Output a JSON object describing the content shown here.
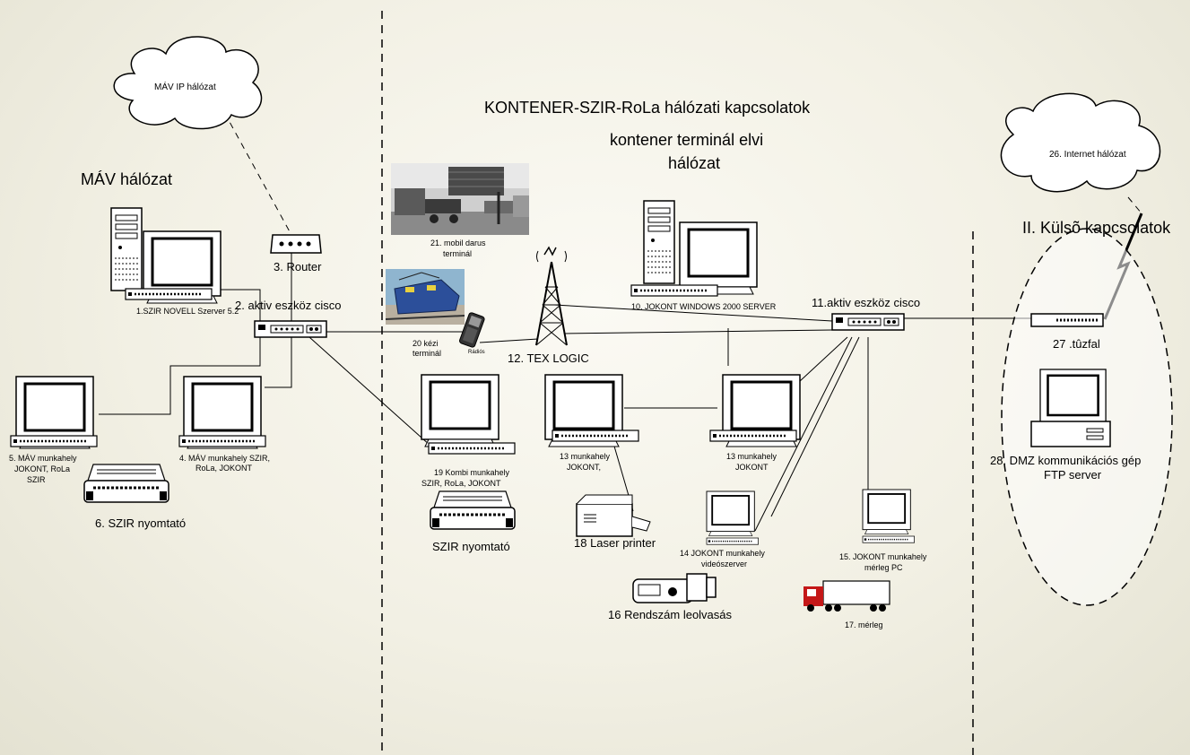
{
  "title": "KONTENER-SZIR-RoLa hálózati kapcsolatok",
  "subtitle_line1": "kontener terminál elvi",
  "subtitle_line2": "hálózat",
  "zones": {
    "mav": "MÁV hálózat",
    "external": "II. Külsõ kapcsolatok"
  },
  "clouds": {
    "mav_ip": "MÁV IP hálózat",
    "internet": "26. Internet hálózat"
  },
  "nodes": {
    "server1": "1.SZIR NOVELL Szerver 5.2",
    "switch2": "2. aktiv eszköz cisco",
    "router3": "3. Router",
    "ws4_l1": "4. MÁV munkahely SZIR,",
    "ws4_l2": "RoLa, JOKONT",
    "ws5_l1": "5. MÁV  munkahely",
    "ws5_l2": "JOKONT, RoLa",
    "ws5_l3": "SZIR",
    "printer6": "6. SZIR nyomtató",
    "server10": "10. JOKONT WINDOWS 2000 SERVER",
    "switch11": "11.aktiv eszköz cisco",
    "tower12": "12. TEX LOGIC",
    "ws13a_l1": "13 munkahely",
    "ws13a_l2": "JOKONT,",
    "ws13b_l1": "13 munkahely",
    "ws13b_l2": "JOKONT",
    "ws14_l1": "14 JOKONT munkahely",
    "ws14_l2": "videószerver",
    "ws15_l1": "15. JOKONT munkahely",
    "ws15_l2": "mérleg PC",
    "camera16": "16 Rendszám leolvasás",
    "scale17": "17. mérleg",
    "laser18": "18 Laser printer",
    "ws19_l1": "19 Kombi munkahely",
    "ws19_l2": "SZIR, RoLa, JOKONT",
    "printer_szir": "SZIR nyomtató",
    "handheld20_l1": "20 kézi",
    "handheld20_l2": "terminál",
    "radio": "Rádiós",
    "crane21_l1": "21. mobil darus",
    "crane21_l2": "terminál",
    "firewall27": "27 .tûzfal",
    "dmz28_l1": "28. DMZ kommunikációs gép",
    "dmz28_l2": "FTP server"
  },
  "colors": {
    "line": "#000000",
    "background": "#f6f5ec",
    "train_sky": "#8fb5cf",
    "truck_cab": "#c41818",
    "photo_dark": "#555555"
  }
}
